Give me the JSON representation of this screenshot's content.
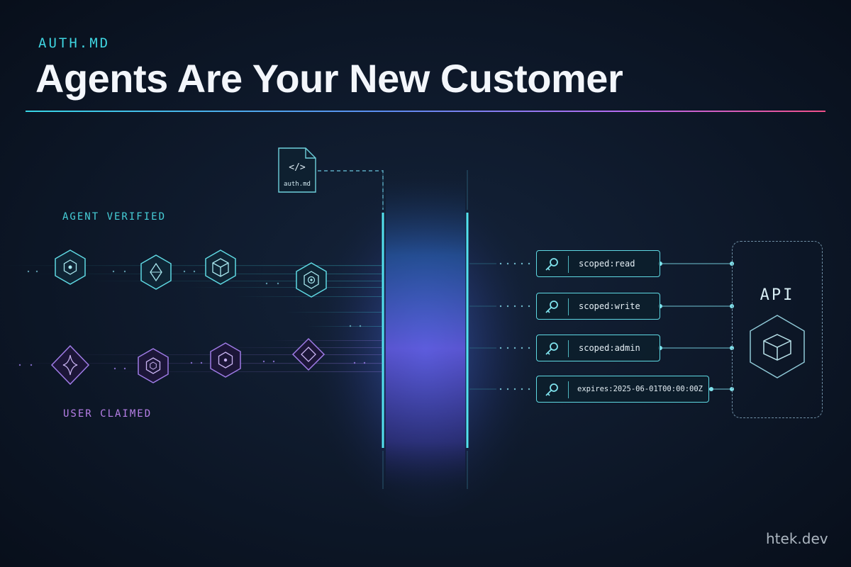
{
  "header": {
    "eyebrow": "AUTH.MD",
    "title": "Agents Are Your New Customer"
  },
  "lanes": {
    "agent_label": "AGENT VERIFIED",
    "user_label": "USER CLAIMED",
    "agent_icons": [
      "hexagon-node-icon",
      "hexagon-diamond-icon",
      "hexagon-cube-icon",
      "hexagon-target-icon"
    ],
    "user_icons": [
      "diamond-star-icon",
      "hexagon-ring-icon",
      "hexagon-dot-icon",
      "diamond-nested-icon"
    ]
  },
  "file": {
    "code_glyph": "</>",
    "label": "auth.md"
  },
  "tokens": [
    {
      "label": "scoped:read"
    },
    {
      "label": "scoped:write"
    },
    {
      "label": "scoped:admin"
    },
    {
      "label": "expires:2025-06-01T00:00:00Z"
    }
  ],
  "api": {
    "label": "API"
  },
  "watermark": "htek.dev",
  "colors": {
    "background": "#0c1626",
    "agent_accent": "#46cfd8",
    "user_accent": "#b77fe8",
    "rule_start": "#38d6e6",
    "rule_end": "#f0508a"
  }
}
